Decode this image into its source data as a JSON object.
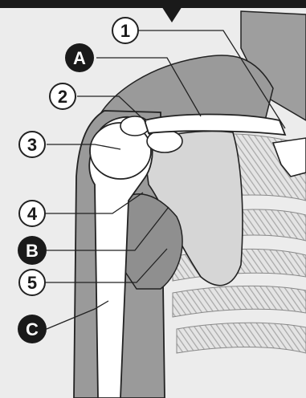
{
  "diagram": {
    "markers": [
      {
        "id": "1",
        "style": "outline"
      },
      {
        "id": "A",
        "style": "filled"
      },
      {
        "id": "2",
        "style": "outline"
      },
      {
        "id": "3",
        "style": "outline"
      },
      {
        "id": "4",
        "style": "outline"
      },
      {
        "id": "B",
        "style": "filled"
      },
      {
        "id": "5",
        "style": "outline"
      },
      {
        "id": "C",
        "style": "filled"
      }
    ]
  },
  "colors": {
    "background": "#ececec",
    "top_bar": "#1a1a1a",
    "muscle": "#9a9a9a",
    "bone": "#ffffff",
    "outline": "#222222",
    "filled_marker": "#1a1a1a",
    "rib_hatch": "#b5b5b5"
  }
}
